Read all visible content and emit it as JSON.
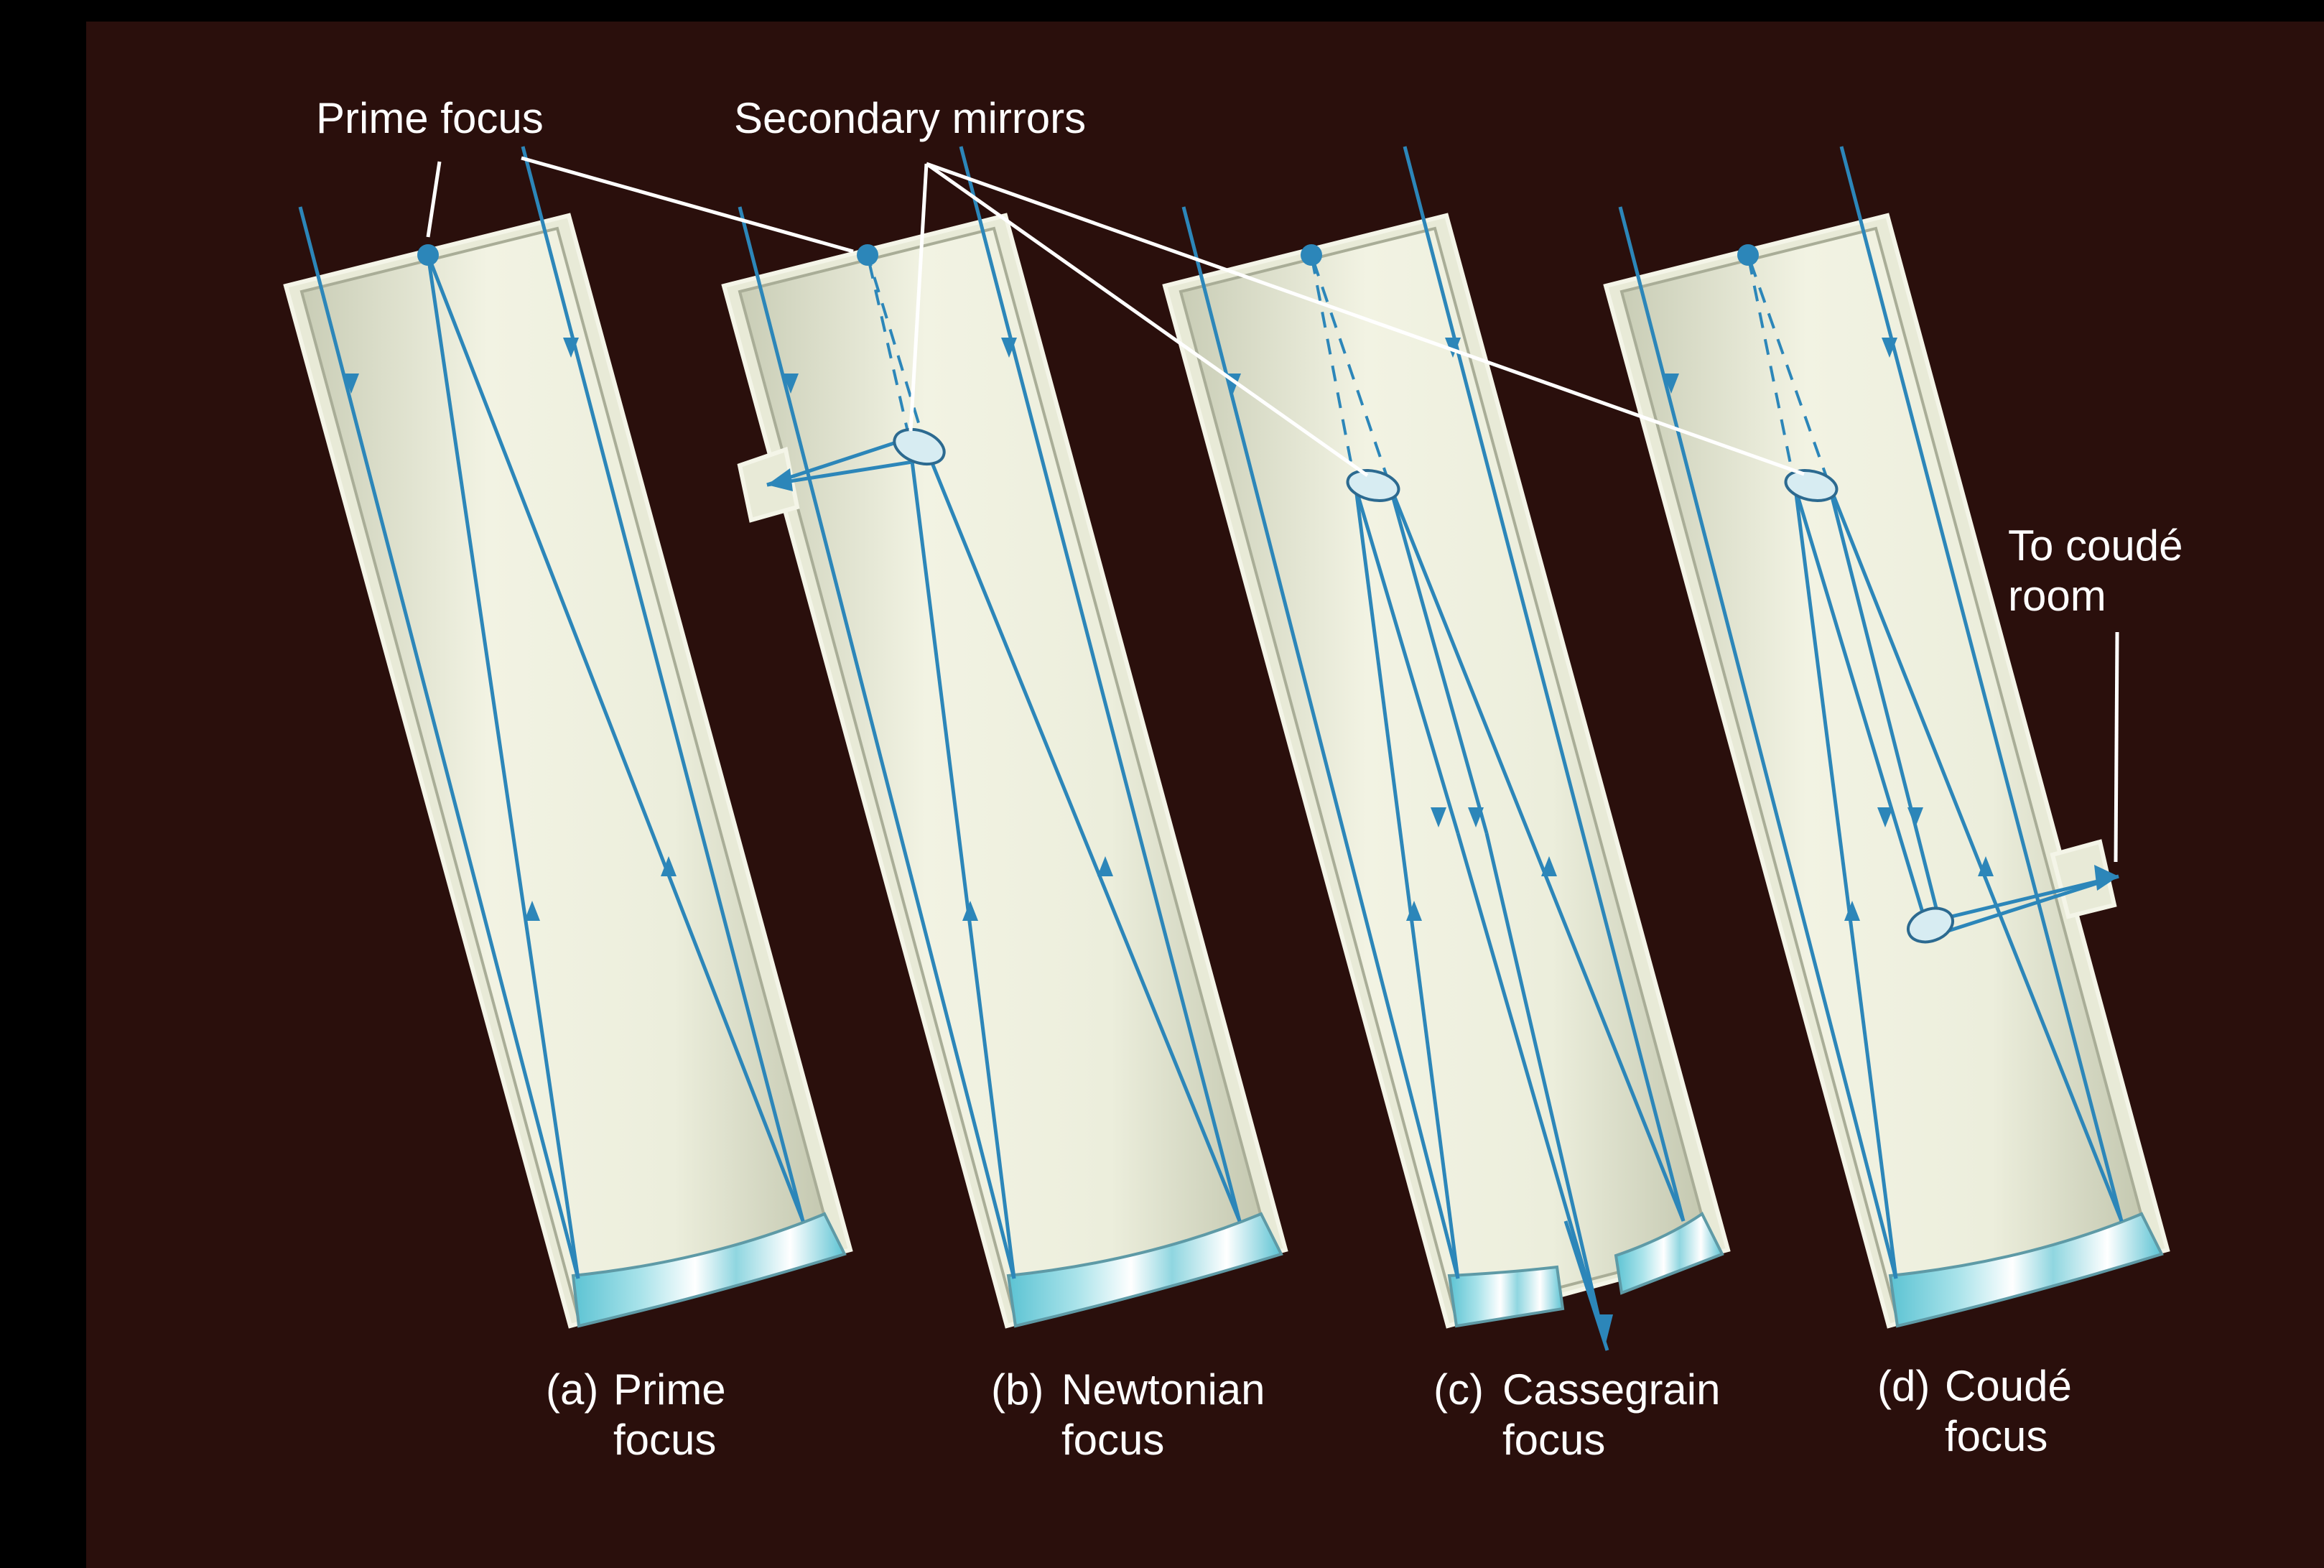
{
  "labels": {
    "prime_focus_top": "Prime focus",
    "secondary_mirrors": "Secondary mirrors",
    "to_coude_line1": "To coudé",
    "to_coude_line2": "room"
  },
  "captions": [
    {
      "letter": "(a)",
      "line1": "Prime",
      "line2": "focus"
    },
    {
      "letter": "(b)",
      "line1": "Newtonian",
      "line2": "focus"
    },
    {
      "letter": "(c)",
      "line1": "Cassegrain",
      "line2": "focus"
    },
    {
      "letter": "(d)",
      "line1": "Coudé",
      "line2": "focus"
    }
  ],
  "colors": {
    "background": "#2a0f0c",
    "tube": "#e8ead7",
    "ray": "#2c86b9",
    "mirror": "#7fd0dc",
    "text": "#ffffff"
  }
}
